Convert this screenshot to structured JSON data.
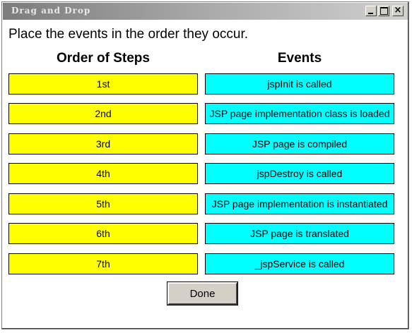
{
  "window": {
    "title": "Drag and Drop"
  },
  "instruction": "Place the events in the order they occur.",
  "columns": {
    "steps_header": "Order of Steps",
    "events_header": "Events"
  },
  "steps": [
    "1st",
    "2nd",
    "3rd",
    "4th",
    "5th",
    "6th",
    "7th"
  ],
  "events": [
    "jspInit is called",
    "JSP page implementation class is loaded",
    "JSP page is compiled",
    "jspDestroy is called",
    "JSP page implementation is instantiated",
    "JSP page is translated",
    "_jspService is called"
  ],
  "done_label": "Done",
  "colors": {
    "step_box": "#ffff00",
    "event_box": "#00ffff"
  }
}
